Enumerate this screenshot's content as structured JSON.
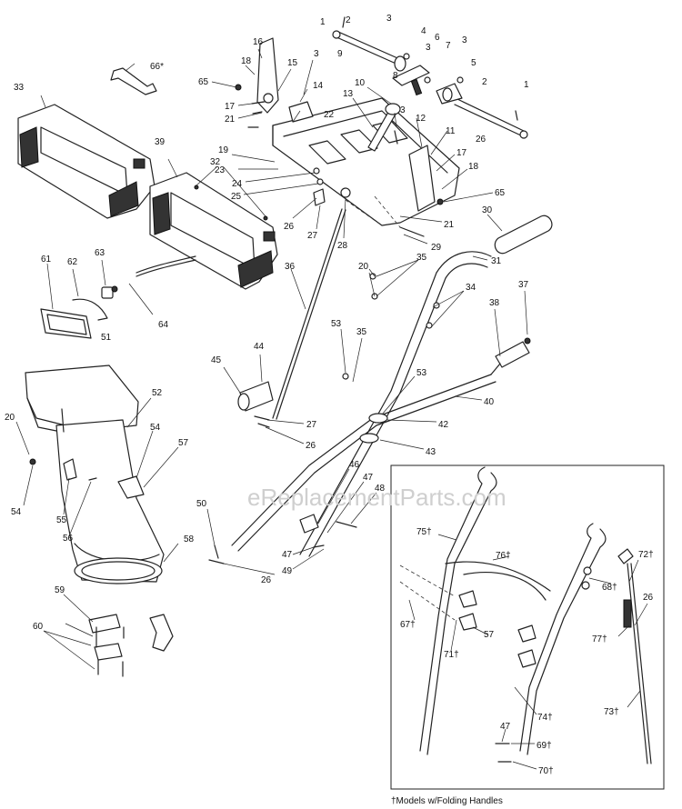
{
  "watermark": "eReplacementParts.com",
  "footnote": "†Models w/Folding Handles",
  "callouts": [
    {
      "id": "c1a",
      "text": "1"
    },
    {
      "id": "c2a",
      "text": "2"
    },
    {
      "id": "c3a",
      "text": "3"
    },
    {
      "id": "c4",
      "text": "4"
    },
    {
      "id": "c6",
      "text": "6"
    },
    {
      "id": "c9",
      "text": "9"
    },
    {
      "id": "c3b",
      "text": "3"
    },
    {
      "id": "c7",
      "text": "7"
    },
    {
      "id": "c3c",
      "text": "3"
    },
    {
      "id": "c5",
      "text": "5"
    },
    {
      "id": "c8",
      "text": "8"
    },
    {
      "id": "c2b",
      "text": "2"
    },
    {
      "id": "c1b",
      "text": "1"
    },
    {
      "id": "c26a",
      "text": "26"
    },
    {
      "id": "c16",
      "text": "16"
    },
    {
      "id": "c18a",
      "text": "18"
    },
    {
      "id": "c66",
      "text": "66*"
    },
    {
      "id": "c65a",
      "text": "65"
    },
    {
      "id": "c15",
      "text": "15"
    },
    {
      "id": "c3d",
      "text": "3"
    },
    {
      "id": "c14",
      "text": "14"
    },
    {
      "id": "c17a",
      "text": "17"
    },
    {
      "id": "c13",
      "text": "13"
    },
    {
      "id": "c10",
      "text": "10"
    },
    {
      "id": "c3e",
      "text": "3"
    },
    {
      "id": "c21a",
      "text": "21"
    },
    {
      "id": "c22",
      "text": "22"
    },
    {
      "id": "c12",
      "text": "12"
    },
    {
      "id": "c11",
      "text": "11"
    },
    {
      "id": "c17b",
      "text": "17"
    },
    {
      "id": "c33",
      "text": "33"
    },
    {
      "id": "c39",
      "text": "39"
    },
    {
      "id": "c32",
      "text": "32"
    },
    {
      "id": "c19",
      "text": "19"
    },
    {
      "id": "c23",
      "text": "23"
    },
    {
      "id": "c18b",
      "text": "18"
    },
    {
      "id": "c65b",
      "text": "65"
    },
    {
      "id": "c24",
      "text": "24"
    },
    {
      "id": "c25",
      "text": "25"
    },
    {
      "id": "c26b",
      "text": "26"
    },
    {
      "id": "c27a",
      "text": "27"
    },
    {
      "id": "c28",
      "text": "28"
    },
    {
      "id": "c21b",
      "text": "21"
    },
    {
      "id": "c29",
      "text": "29"
    },
    {
      "id": "c30",
      "text": "30"
    },
    {
      "id": "c61",
      "text": "61"
    },
    {
      "id": "c62",
      "text": "62"
    },
    {
      "id": "c63",
      "text": "63"
    },
    {
      "id": "c31",
      "text": "31"
    },
    {
      "id": "c35a",
      "text": "35"
    },
    {
      "id": "c20a",
      "text": "20"
    },
    {
      "id": "c36",
      "text": "36"
    },
    {
      "id": "c34",
      "text": "34"
    },
    {
      "id": "c37",
      "text": "37"
    },
    {
      "id": "c64",
      "text": "64"
    },
    {
      "id": "c38",
      "text": "38"
    },
    {
      "id": "c51",
      "text": "51"
    },
    {
      "id": "c53a",
      "text": "53"
    },
    {
      "id": "c35b",
      "text": "35"
    },
    {
      "id": "c44",
      "text": "44"
    },
    {
      "id": "c45",
      "text": "45"
    },
    {
      "id": "c53b",
      "text": "53"
    },
    {
      "id": "c52",
      "text": "52"
    },
    {
      "id": "c40",
      "text": "40"
    },
    {
      "id": "c20b",
      "text": "20"
    },
    {
      "id": "c54a",
      "text": "54"
    },
    {
      "id": "c57a",
      "text": "57"
    },
    {
      "id": "c27b",
      "text": "27"
    },
    {
      "id": "c42",
      "text": "42"
    },
    {
      "id": "c26c",
      "text": "26"
    },
    {
      "id": "c43",
      "text": "43"
    },
    {
      "id": "c54b",
      "text": "54"
    },
    {
      "id": "c55",
      "text": "55"
    },
    {
      "id": "c56",
      "text": "56"
    },
    {
      "id": "c46",
      "text": "46"
    },
    {
      "id": "c47a",
      "text": "47"
    },
    {
      "id": "c48",
      "text": "48"
    },
    {
      "id": "c50",
      "text": "50"
    },
    {
      "id": "c58",
      "text": "58"
    },
    {
      "id": "c47b",
      "text": "47"
    },
    {
      "id": "c49",
      "text": "49"
    },
    {
      "id": "c26d",
      "text": "26"
    },
    {
      "id": "c59",
      "text": "59"
    },
    {
      "id": "c60",
      "text": "60"
    },
    {
      "id": "c75",
      "text": "75†"
    },
    {
      "id": "c76",
      "text": "76†"
    },
    {
      "id": "c72",
      "text": "72†"
    },
    {
      "id": "c68",
      "text": "68†"
    },
    {
      "id": "c26e",
      "text": "26"
    },
    {
      "id": "c67",
      "text": "67†"
    },
    {
      "id": "c57b",
      "text": "57"
    },
    {
      "id": "c71",
      "text": "71†"
    },
    {
      "id": "c77",
      "text": "77†"
    },
    {
      "id": "c74",
      "text": "74†"
    },
    {
      "id": "c73",
      "text": "73†"
    },
    {
      "id": "c47c",
      "text": "47"
    },
    {
      "id": "c69",
      "text": "69†"
    },
    {
      "id": "c70",
      "text": "70†"
    }
  ]
}
